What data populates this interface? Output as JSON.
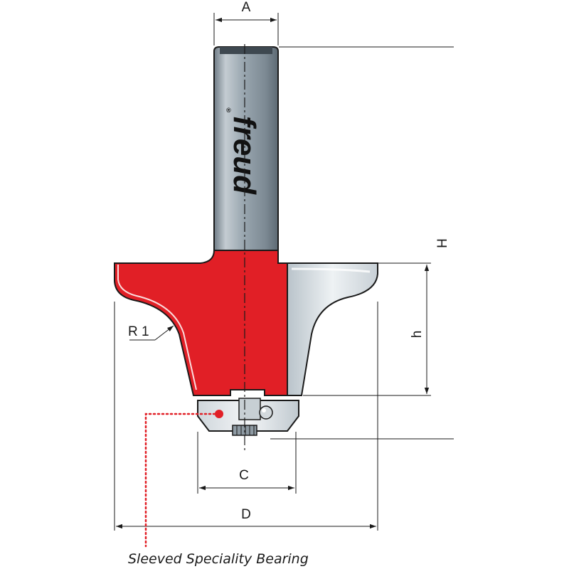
{
  "dimensions": {
    "A": "A",
    "H": "H",
    "h": "h",
    "R1": "R 1",
    "C": "C",
    "D": "D"
  },
  "brand": {
    "name": "freud",
    "mark": "®"
  },
  "caption": "Sleeved Speciality Bearing",
  "colors": {
    "cutter_red": "#e11f26",
    "shank_steel": "#9aa7b0",
    "carbide_light": "#dde3e8",
    "outline": "#1a1a1a",
    "callout_dots": "#e11f26"
  }
}
